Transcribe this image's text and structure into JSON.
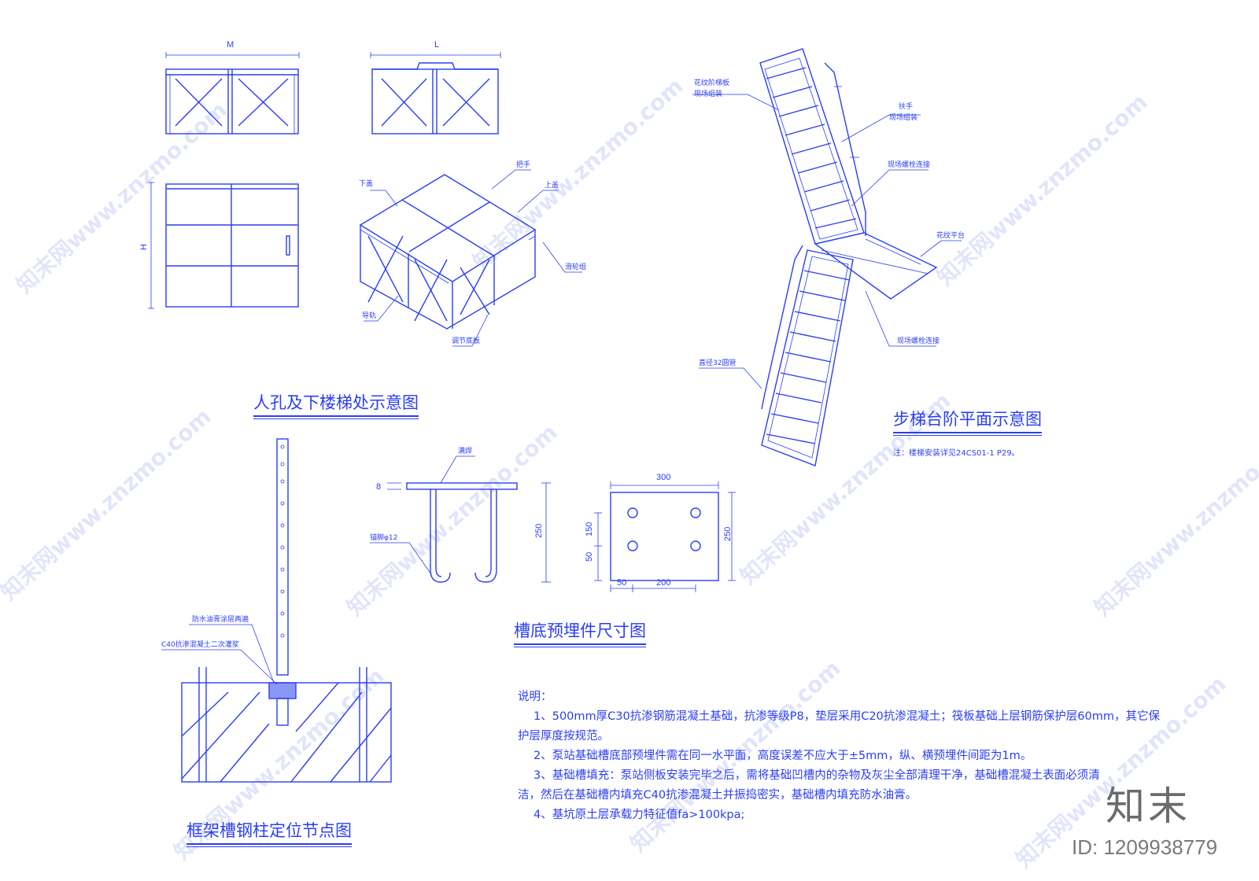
{
  "titles": {
    "manhole": "人孔及下楼梯处示意图",
    "stair_plan": "步梯台阶平面示意图",
    "embed_parts": "槽底预埋件尺寸图",
    "column_node": "框架槽钢柱定位节点图"
  },
  "stair_note": "注：楼梯安装详见24CS01-1 P29。",
  "labels": {
    "dim_m": "M",
    "dim_l": "L",
    "dim_h": "H",
    "lower_cover": "下盖",
    "handle": "把手",
    "upper_cover": "上盖",
    "pulley_group": "滑轮组",
    "guide_rail": "导轨",
    "adjust_plate": "调节底板",
    "checkered_tread": "花纹阶梯板",
    "site_assembly": "现场组装",
    "handrail": "扶手",
    "handrail_assembly": "现场组装",
    "bolt_connection_1": "现场螺栓连接",
    "checkered_platform": "花纹平台",
    "bolt_connection_2": "现场螺栓连接",
    "round_pipe": "直径32圆管",
    "weld": "满焊",
    "anchor": "锚脚φ12",
    "waterproof": "防水油膏涂层两遍",
    "grout": "C40抗渗混凝土二次灌浆"
  },
  "dims": {
    "d8": "8",
    "d250a": "250",
    "d300": "300",
    "d150": "150",
    "d50v": "50",
    "d250b": "250",
    "d50h": "50",
    "d200": "200"
  },
  "notes": {
    "heading": "说明：",
    "n1a": "1、500mm厚C30抗渗钢筋混凝土基础，抗渗等级P8，垫层采用C20抗渗混凝土；筏板基础上层钢筋保护层60mm，其它保",
    "n1b": "护层厚度按规范。",
    "n2": "2、泵站基础槽底部预埋件需在同一水平面，高度误差不应大于±5mm，纵、横预埋件间距为1m。",
    "n3a": "3、基础槽填充：泵站侧板安装完毕之后，需将基础凹槽内的杂物及灰尘全部清理干净，基础槽混凝土表面必须清",
    "n3b": "洁，然后在基础槽内填充C40抗渗混凝土并振捣密实，基础槽内填充防水油膏。",
    "n4": "4、基坑原土层承载力特征值fa>100kpa;"
  },
  "brand": {
    "logo": "知末",
    "id": "ID: 1209938779",
    "watermark": "知末网www.znzmo.com"
  },
  "colors": {
    "line": "#2b3ff0",
    "brand": "#6b6b6b"
  }
}
